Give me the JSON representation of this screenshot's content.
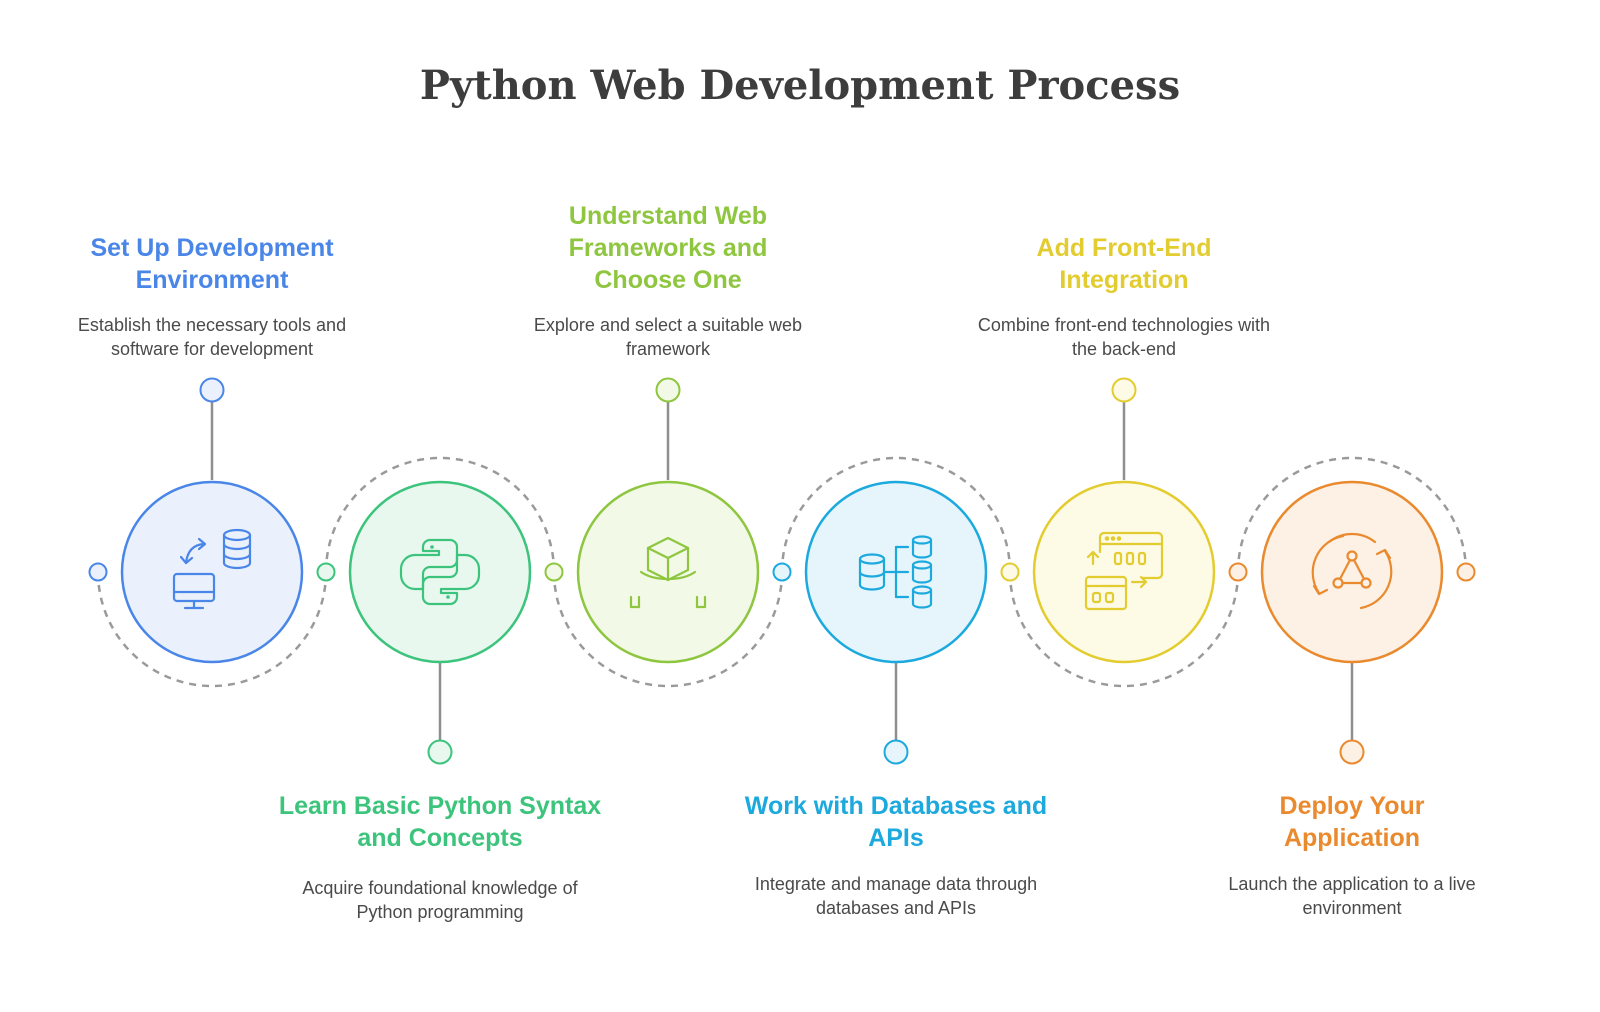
{
  "title": "Python Web Development Process",
  "steps": [
    {
      "title": "Set Up Development Environment",
      "description": "Establish the necessary tools and software for development",
      "color": "#4a86e8",
      "fill": "#eaf1fc",
      "icon": "computer-database-sync-icon"
    },
    {
      "title": "Learn Basic Python Syntax and Concepts",
      "description": "Acquire foundational knowledge of Python programming",
      "color": "#3cc47c",
      "fill": "#e9f8ef",
      "icon": "python-logo-icon"
    },
    {
      "title": "Understand Web Frameworks and Choose One",
      "description": "Explore and select a suitable web framework",
      "color": "#8ec63f",
      "fill": "#f2f9e6",
      "icon": "cube-icon"
    },
    {
      "title": "Work with Databases and APIs",
      "description": "Integrate and manage data through databases and APIs",
      "color": "#1ca9de",
      "fill": "#e6f5fb",
      "icon": "database-network-icon"
    },
    {
      "title": "Add Front-End Integration",
      "description": "Combine front-end technologies with the back-end",
      "color": "#e3cc2f",
      "fill": "#fdfae6",
      "icon": "browser-windows-icon"
    },
    {
      "title": "Deploy Your Application",
      "description": "Launch the application to a live environment",
      "color": "#ea8a2e",
      "fill": "#fdf0e4",
      "icon": "deploy-cycle-icon"
    }
  ]
}
